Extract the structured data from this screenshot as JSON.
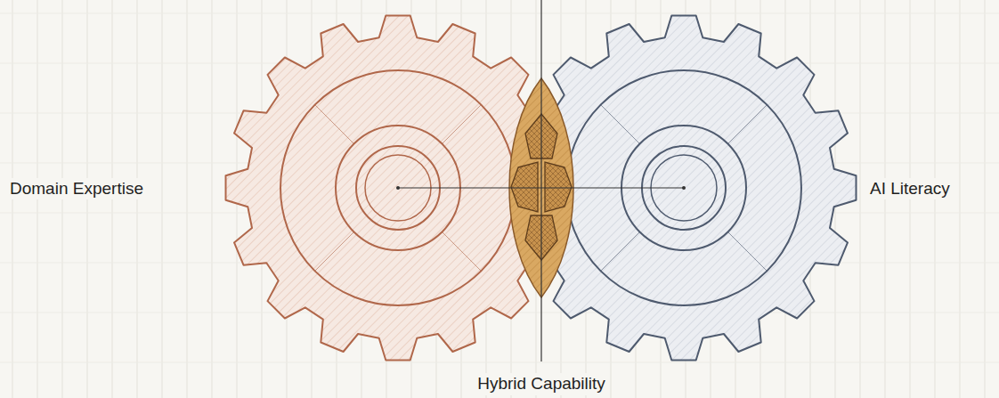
{
  "diagram": {
    "labels": [
      "Domain Expertise",
      "AI Literacy",
      "Hybrid Capability"
    ]
  }
}
